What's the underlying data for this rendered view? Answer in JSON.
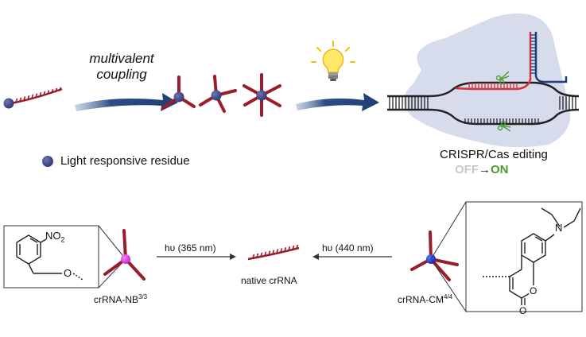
{
  "top": {
    "coupling_label_line1": "multivalent",
    "coupling_label_line2": "coupling",
    "legend_text": "Light responsive residue",
    "crispr_label": "CRISPR/Cas editing",
    "switch_off": "OFF",
    "switch_arrow": "→",
    "switch_on": "ON"
  },
  "bottom": {
    "nb_label": "crRNA-NB",
    "nb_sup": "3/3",
    "cm_label": "crRNA-CM",
    "cm_sup": "4/4",
    "native_label": "native crRNA",
    "light_nb": "hυ (365 nm)",
    "light_cm": "hυ (440 nm)",
    "nb_structure": {
      "no2": "NO",
      "no2_sub": "2",
      "o": "O",
      "dash": "-"
    },
    "cm_structure": {
      "n": "N",
      "o_ring": "O",
      "o_carbonyl": "O"
    }
  },
  "colors": {
    "rna": "#9a1e2a",
    "residue": "#3d4788",
    "arrow": "#1f3e74",
    "halo": "#d6dcec",
    "nb_core": "#d040e0",
    "cm_core": "#1a3bd8",
    "dna_red": "#d8313a",
    "dna_blue": "#1f3e74",
    "scissors": "#4f9e3a",
    "on_green": "#4e9a2e",
    "off_grey": "#c8c8c8"
  }
}
